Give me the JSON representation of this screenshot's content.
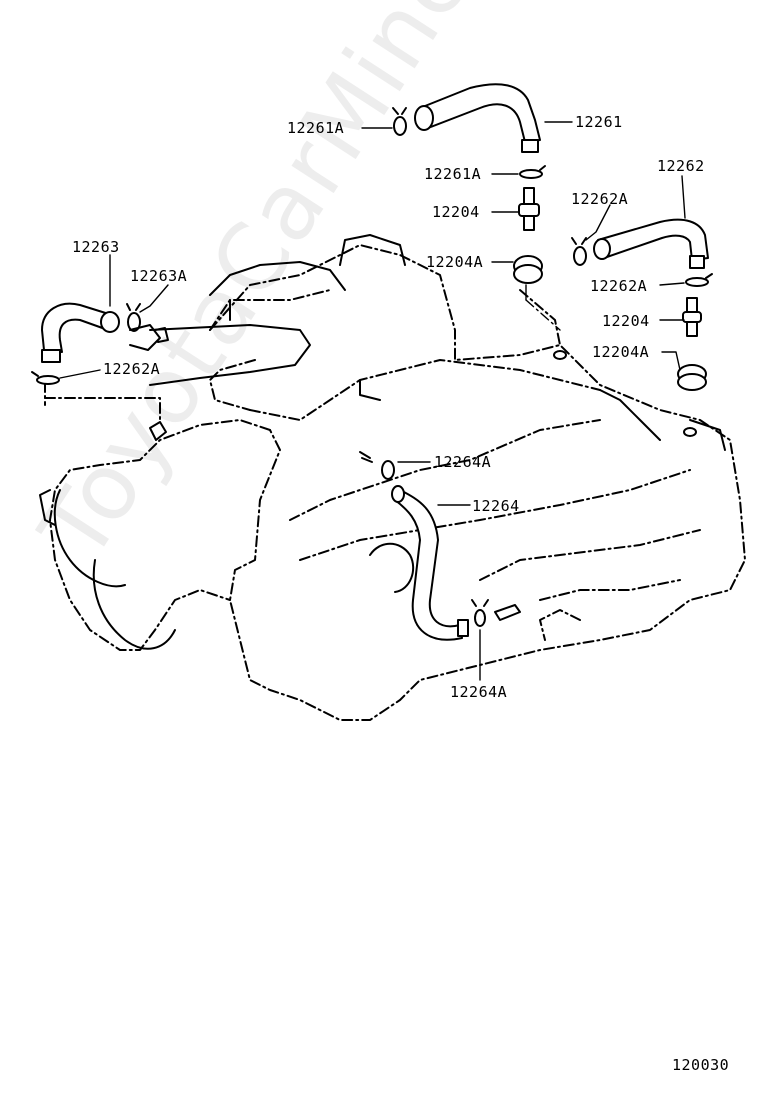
{
  "watermark": "ToyotaCarMine.ru",
  "diagram_id": "120030",
  "callouts": {
    "c12261": "12261",
    "c12261A_top": "12261A",
    "c12261A_mid": "12261A",
    "c12262": "12262",
    "c12262A_top": "12262A",
    "c12262A_mid": "12262A",
    "c12204_a": "12204",
    "c12204A_a": "12204A",
    "c12204_b": "12204",
    "c12204A_b": "12204A",
    "c12263": "12263",
    "c12263A": "12263A",
    "c12262A_left": "12262A",
    "c12264A_top": "12264A",
    "c12264": "12264",
    "c12264A_bottom": "12264A"
  }
}
